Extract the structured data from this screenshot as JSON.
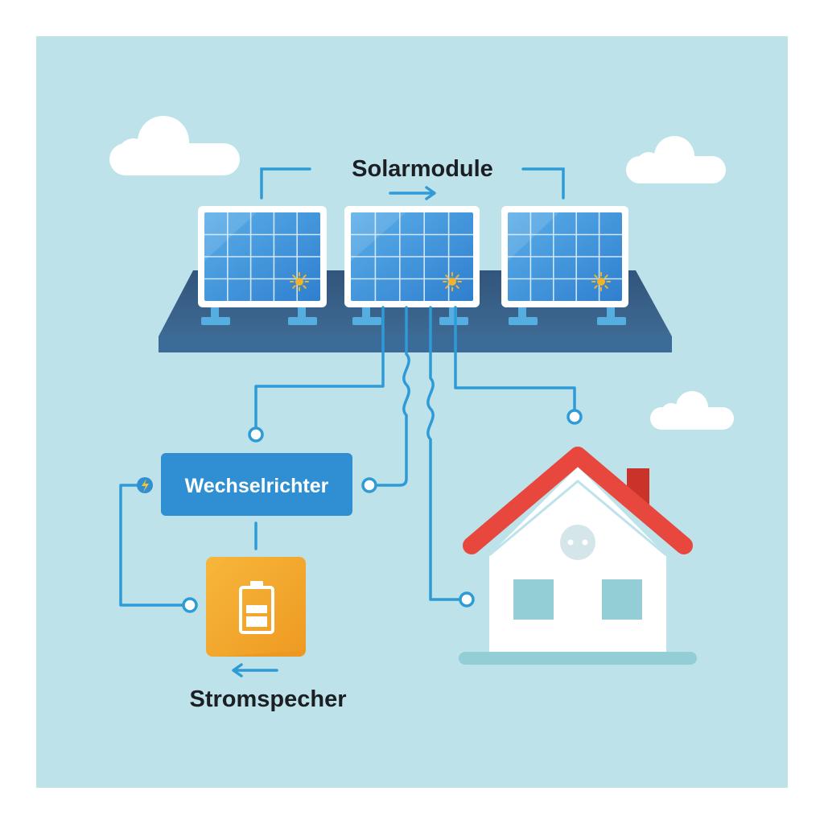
{
  "labels": {
    "solar_modules": "Solarmodule",
    "inverter": "Wechselrichter",
    "storage": "Stromspecher"
  },
  "icons": {
    "panel_sun": "sun-icon",
    "inverter_badge": "lightning-bolt-icon",
    "storage": "battery-icon",
    "house_outlet": "power-outlet-icon",
    "flow_arrows": "arrow-icon"
  },
  "colors": {
    "background": "#bde2ea",
    "wire": "#2f9bd6",
    "panel": "#3f93d9",
    "roof_base": "#3a5e86",
    "inverter": "#2f8fd2",
    "battery": "#f2a629",
    "house_roof": "#e8473d",
    "house_walls": "#ffffff",
    "windows": "#93cdd6",
    "sun": "#f4b324"
  }
}
